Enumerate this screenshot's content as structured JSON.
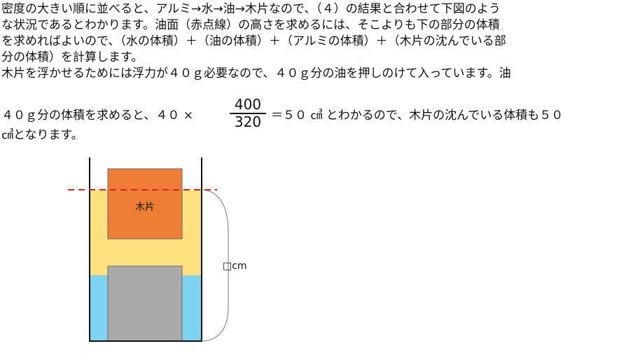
{
  "paragraph1": {
    "lines": [
      "密度の大きい順に並べると、アルミ→水→油→木片なので、（４）の結果と合わせて下図のよう",
      "な状況であるとわかります。油面（赤点線）の高さを求めるには、そこよりも下の部分の体積",
      "を求めればよいので、（水の体積）＋（油の体積）＋（アルミの体積）＋（木片の沈んでいる部",
      "分の体積）を計算します。"
    ]
  },
  "paragraph2": {
    "line1": "木片を浮かせるためには浮力が４０ｇ必要なので、４０ｇ分の油を押しのけて入っています。油",
    "prefix": "４０ｇ分の体積を求めると、４０ ×",
    "numerator": "400",
    "denominator": "320",
    "suffix": "＝５０ ㎤  とわかるので、木片の沈んでいる体積も５０",
    "last_line": "㎤となります。"
  },
  "diagram": {
    "wood_label": "木片",
    "height_label": "□cm",
    "colors": {
      "oil": "#FFE07F",
      "water": "#7DD3F0",
      "wood": "#EE7D35",
      "aluminum": "#A9A9A9",
      "dashed_line": "#E02020",
      "container": "#111111"
    }
  }
}
